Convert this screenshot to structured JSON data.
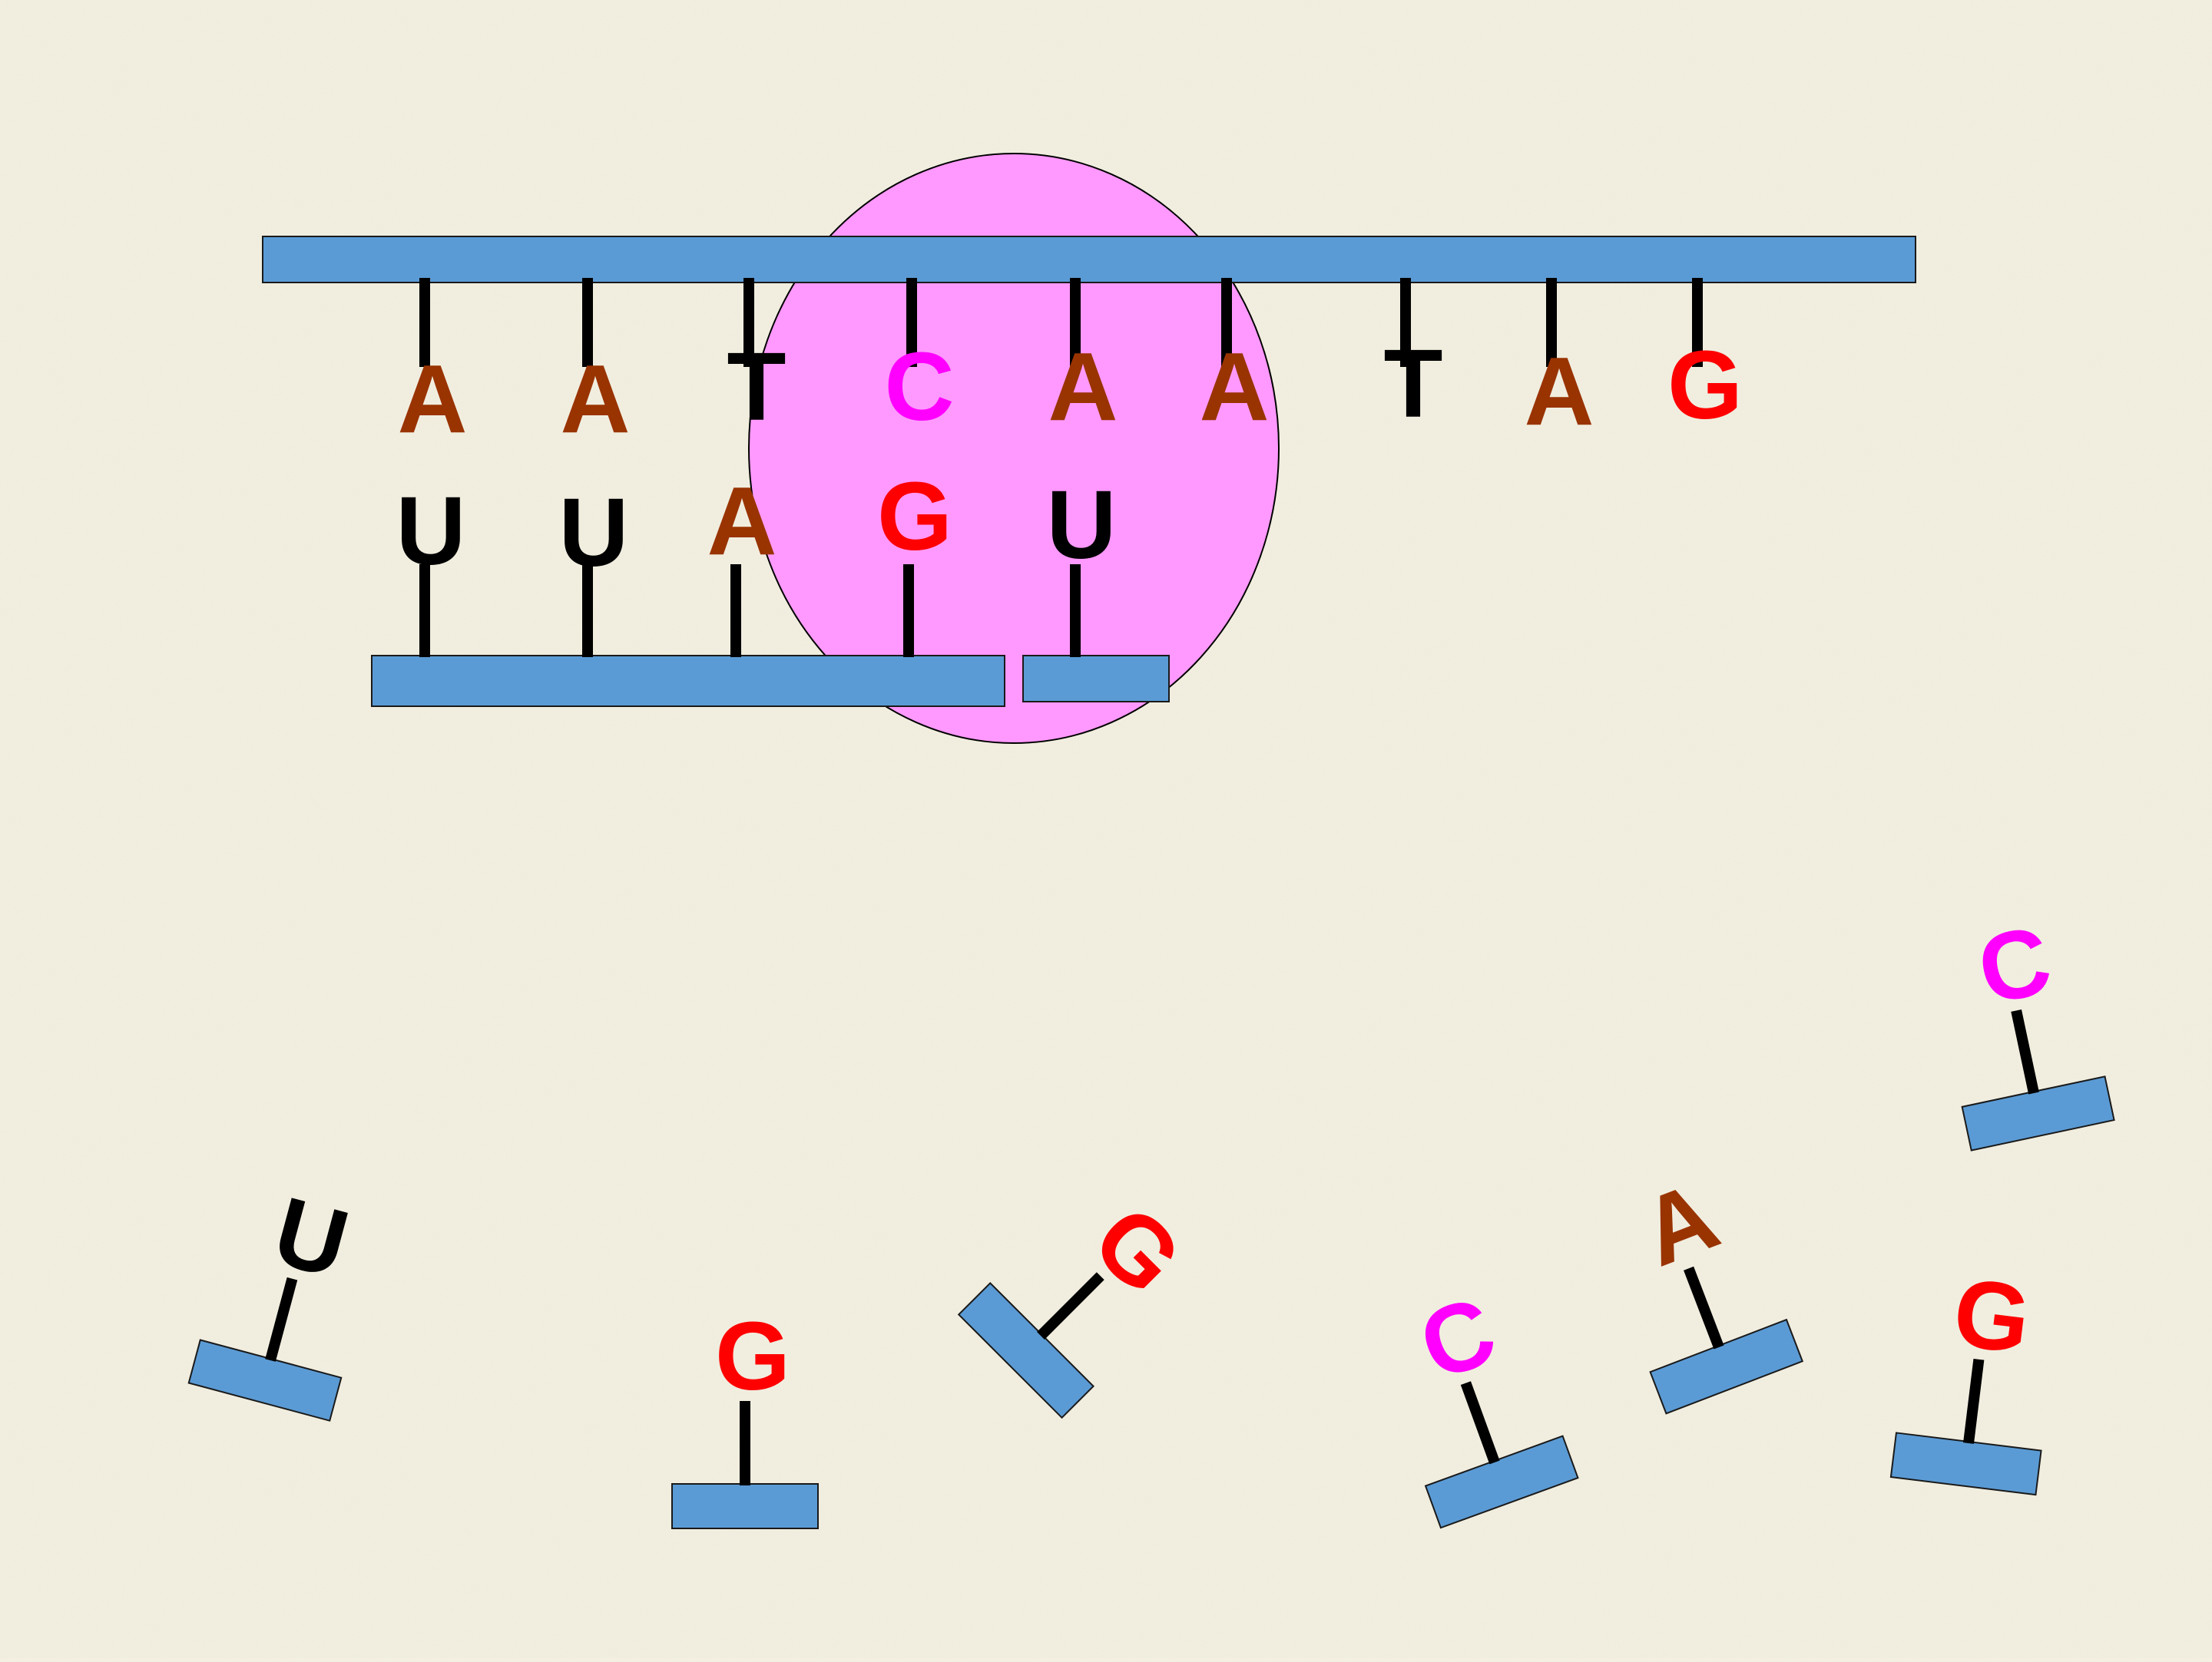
{
  "colors": {
    "background": "#f3f0e2",
    "backbone": "#5b9bd5",
    "polymerase": "#ff99ff",
    "A": "#993300",
    "T": "#000000",
    "U": "#000000",
    "C": "#ff00ff",
    "G": "#ff0000"
  },
  "dna_template": {
    "bases": [
      "A",
      "A",
      "T",
      "C",
      "A",
      "A",
      "T",
      "A",
      "G"
    ]
  },
  "rna_strand": {
    "bases": [
      "U",
      "U",
      "A",
      "G",
      "U"
    ]
  },
  "free_nucleotides": [
    "U",
    "G",
    "G",
    "C",
    "A",
    "C",
    "G"
  ]
}
